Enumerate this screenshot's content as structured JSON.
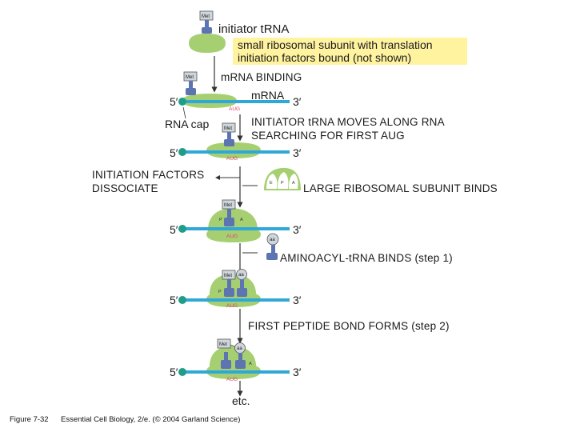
{
  "labels": {
    "initiator_trna": "initiator tRNA",
    "small_subunit_line1": "small ribosomal subunit with translation",
    "small_subunit_line2": "initiation factors bound (not shown)",
    "mrna_binding": "mRNA BINDING",
    "mrna": "mRNA",
    "rna_cap": "RNA cap",
    "moves_line1": "INITIATOR tRNA MOVES ALONG RNA",
    "moves_line2": "SEARCHING FOR FIRST AUG",
    "factors_line1": "INITIATION FACTORS",
    "factors_line2": "DISSOCIATE",
    "large_subunit": "LARGE RIBOSOMAL SUBUNIT BINDS",
    "aminoacyl": "AMINOACYL-tRNA BINDS (step 1)",
    "peptide_bond": "FIRST PEPTIDE BOND FORMS (step 2)",
    "etc": "etc."
  },
  "ends": {
    "five": "5′",
    "three": "3′"
  },
  "codon": "AUG",
  "met": "Met",
  "aa": "aa",
  "sites": {
    "e": "E",
    "p": "P",
    "a": "A"
  },
  "caption": {
    "figure": "Figure 7-32",
    "text": "Essential Cell Biology, 2/e. (© 2004 Garland Science)"
  },
  "colors": {
    "mrna": "#2fa8d8",
    "cap": "#1f9d8a",
    "ribosome": "#a6cf72",
    "trna": "#5c74b0",
    "highlight": "#fff3a0",
    "codon": "#e0406a"
  }
}
